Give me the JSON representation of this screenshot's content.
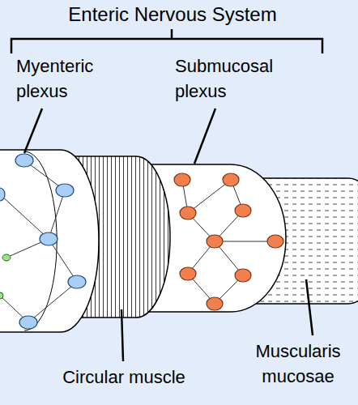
{
  "diagram": {
    "title": "Enteric Nervous System",
    "labels": [
      "Myenteric plexus",
      "Submucosal plexus",
      "Circular muscle",
      "Muscularis mucosae"
    ]
  }
}
